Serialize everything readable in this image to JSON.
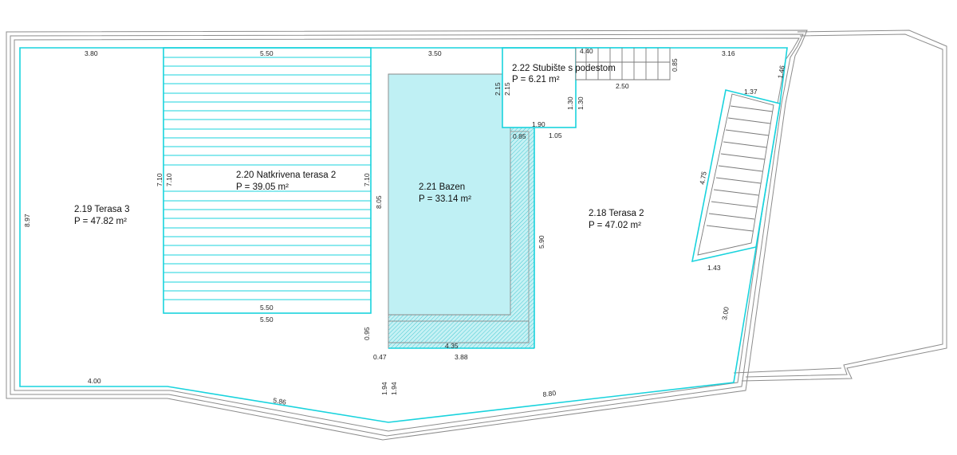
{
  "rooms": {
    "terasa3": {
      "name": "2.19 Terasa 3",
      "area": "P = 47.82 m²"
    },
    "natkrivena": {
      "name": "2.20 Natkrivena terasa 2",
      "area": "P = 39.05 m²"
    },
    "bazen": {
      "name": "2.21 Bazen",
      "area": "P = 33.14 m²"
    },
    "terasa2": {
      "name": "2.18 Terasa 2",
      "area": "P = 47.02 m²"
    },
    "stubiste": {
      "name": "2.22 Stubište s podestom",
      "area": "P = 6.21 m²"
    }
  },
  "dimensions": {
    "d380": "3.80",
    "d550_top": "5.50",
    "d350": "3.50",
    "d440": "4.40",
    "d316": "3.16",
    "d085_stair": "0.85",
    "d215_a": "2.15",
    "d215_b": "2.15",
    "d250": "2.50",
    "d146": "1.46",
    "d137": "1.37",
    "d130_a": "1.30",
    "d130_b": "1.30",
    "d190": "1.90",
    "d085_pool": "0.85",
    "d105": "1.05",
    "d710_a": "7.10",
    "d710_b": "7.10",
    "d710_c": "7.10",
    "d805": "8.05",
    "d897": "8.97",
    "d475": "4.75",
    "d590": "5.90",
    "d143": "1.43",
    "d550_b1": "5.50",
    "d550_b2": "5.50",
    "d095": "0.95",
    "d435": "4.35",
    "d047": "0.47",
    "d388": "3.88",
    "d300": "3.00",
    "d400": "4.00",
    "d586": "5.86",
    "d194_a": "1.94",
    "d194_b": "1.94",
    "d880": "8.80"
  },
  "colors": {
    "outline": "#8c8c8c",
    "zone_stroke": "#19d3dd",
    "hatch": "#3fd4dc",
    "fill": "#d4f6f8"
  }
}
